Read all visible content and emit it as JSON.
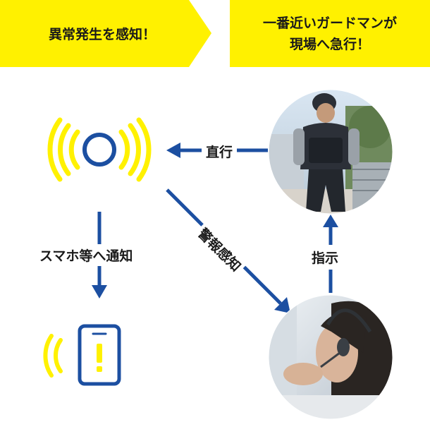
{
  "banners": {
    "left": "異常発生を感知！",
    "right_line1": "一番近いガードマンが",
    "right_line2": "現場へ急行！"
  },
  "labels": {
    "direct": "直行",
    "alarm": "警報感知",
    "instruct": "指示",
    "smartphone": "スマホ等へ通知"
  },
  "colors": {
    "accent_yellow": "#fff100",
    "flow_blue": "#1c4fa1",
    "text": "#1a1a1a"
  },
  "icons": {
    "sensor": "signal-sensor-icon",
    "phone": "smartphone-alert-icon"
  }
}
